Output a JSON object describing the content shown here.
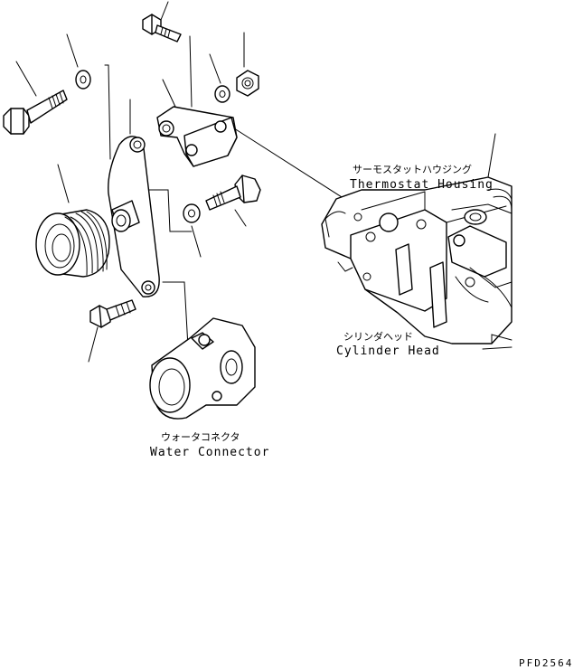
{
  "labels": {
    "thermostat_housing_jp": "サーモスタットハウジング",
    "thermostat_housing_en": "Thermostat Housing",
    "cylinder_head_jp": "シリンダヘッド",
    "cylinder_head_en": "Cylinder Head",
    "water_connector_jp": "ウォータコネクタ",
    "water_connector_en": "Water Connector"
  },
  "figure_code": "PFD2564"
}
